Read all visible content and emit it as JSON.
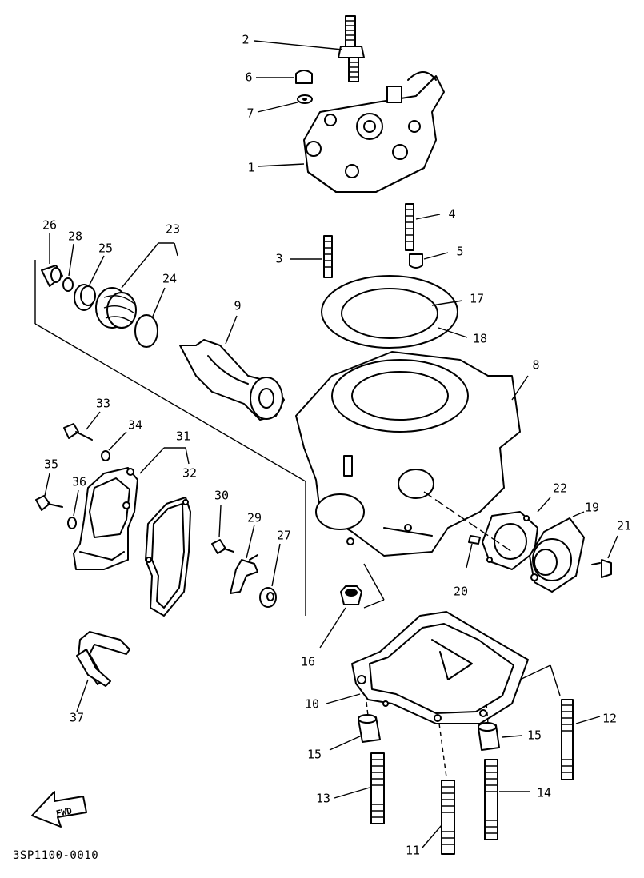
{
  "diagram": {
    "drawing_code": "3SP1100-0010",
    "direction_badge": "FWD",
    "callouts": [
      "2",
      "6",
      "7",
      "1",
      "4",
      "3",
      "5",
      "17",
      "18",
      "26",
      "28",
      "25",
      "23",
      "24",
      "9",
      "8",
      "33",
      "34",
      "31",
      "35",
      "36",
      "32",
      "30",
      "29",
      "27",
      "22",
      "19",
      "21",
      "20",
      "16",
      "10",
      "12",
      "15",
      "15",
      "13",
      "14",
      "11",
      "37"
    ]
  }
}
